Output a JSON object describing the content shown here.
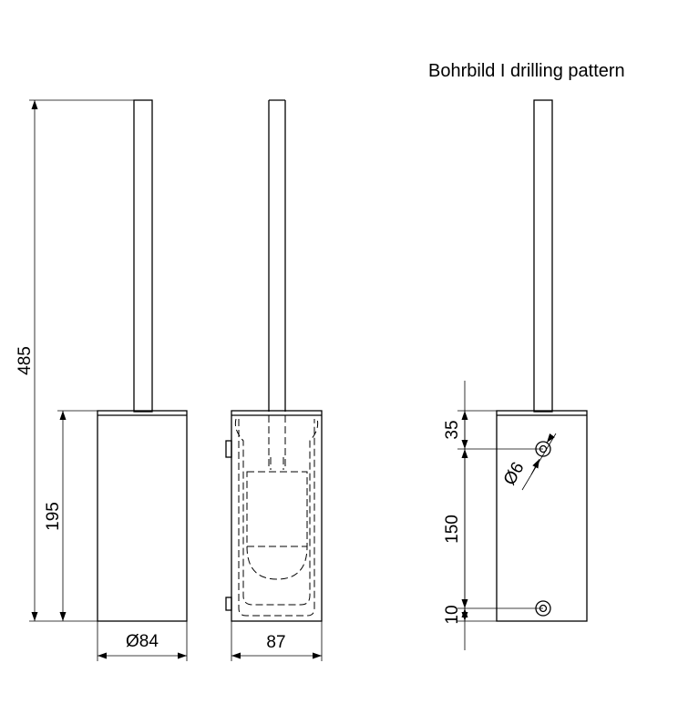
{
  "title": "Bohrbild I drilling pattern",
  "dimensions": {
    "total_height": "485",
    "body_height": "195",
    "diameter": "Ø84",
    "width": "87",
    "top_offset": "35",
    "hole_diameter": "Ø6",
    "hole_spacing": "150",
    "bottom_offset": "10"
  }
}
